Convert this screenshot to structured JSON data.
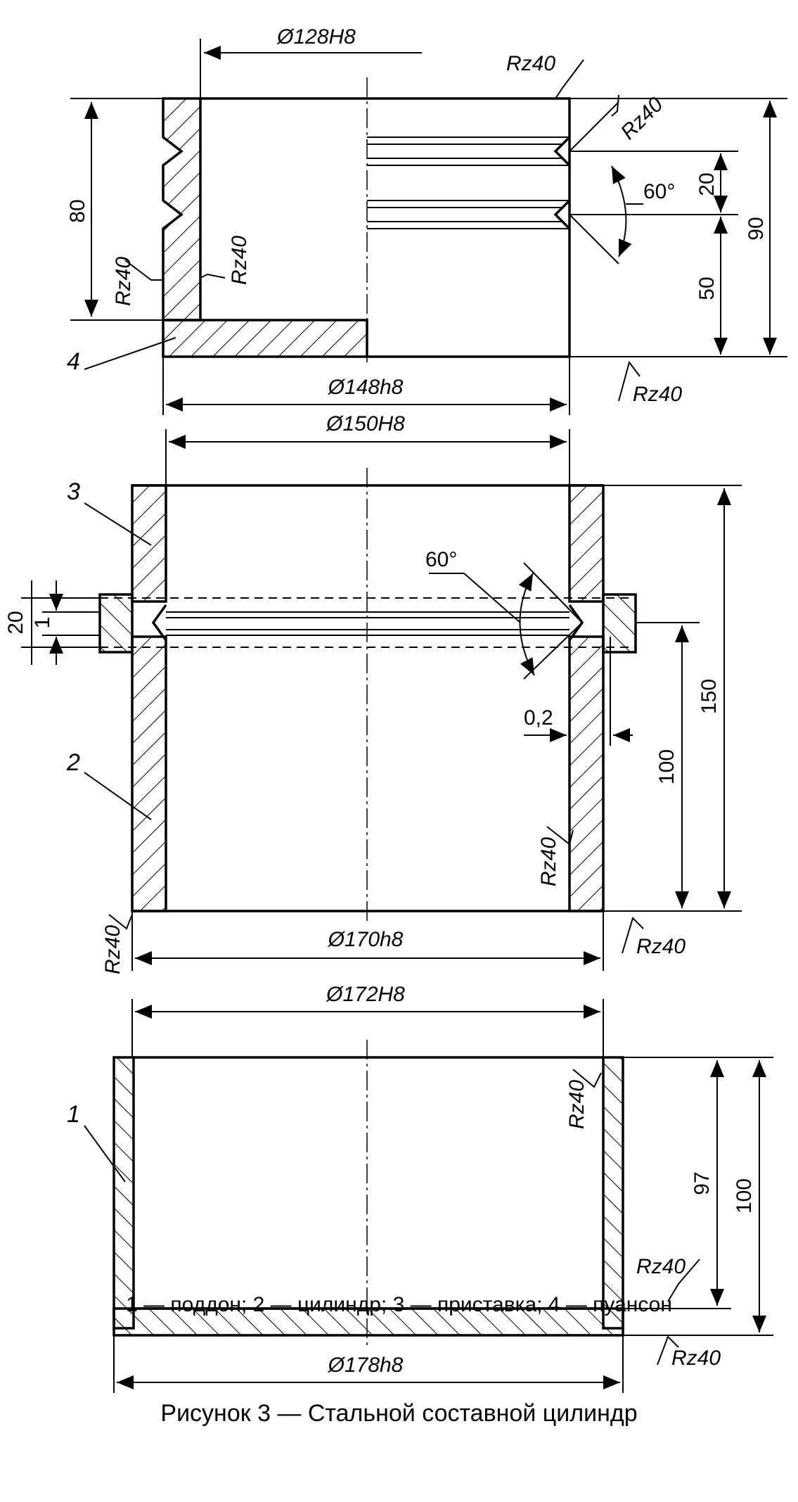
{
  "dims": {
    "d128": "Ø128H8",
    "d148": "Ø148h8",
    "d150": "Ø150H8",
    "d170": "Ø170h8",
    "d172": "Ø172H8",
    "d178": "Ø178h8",
    "h80": "80",
    "h20": "20",
    "h90": "90",
    "h50": "50",
    "h150": "150",
    "h100a": "100",
    "h20b": "20",
    "h1": "1",
    "gap": "0,2",
    "h97": "97",
    "h100b": "100",
    "angle1": "60°",
    "angle2": "60°"
  },
  "roughness": "Rz40",
  "part_numbers": [
    "1",
    "2",
    "3",
    "4"
  ],
  "legend": "1 — поддон; 2 — цилиндр; 3 — приставка; 4 — пуансон",
  "caption": "Рисунок 3 — Стальной составной цилиндр"
}
